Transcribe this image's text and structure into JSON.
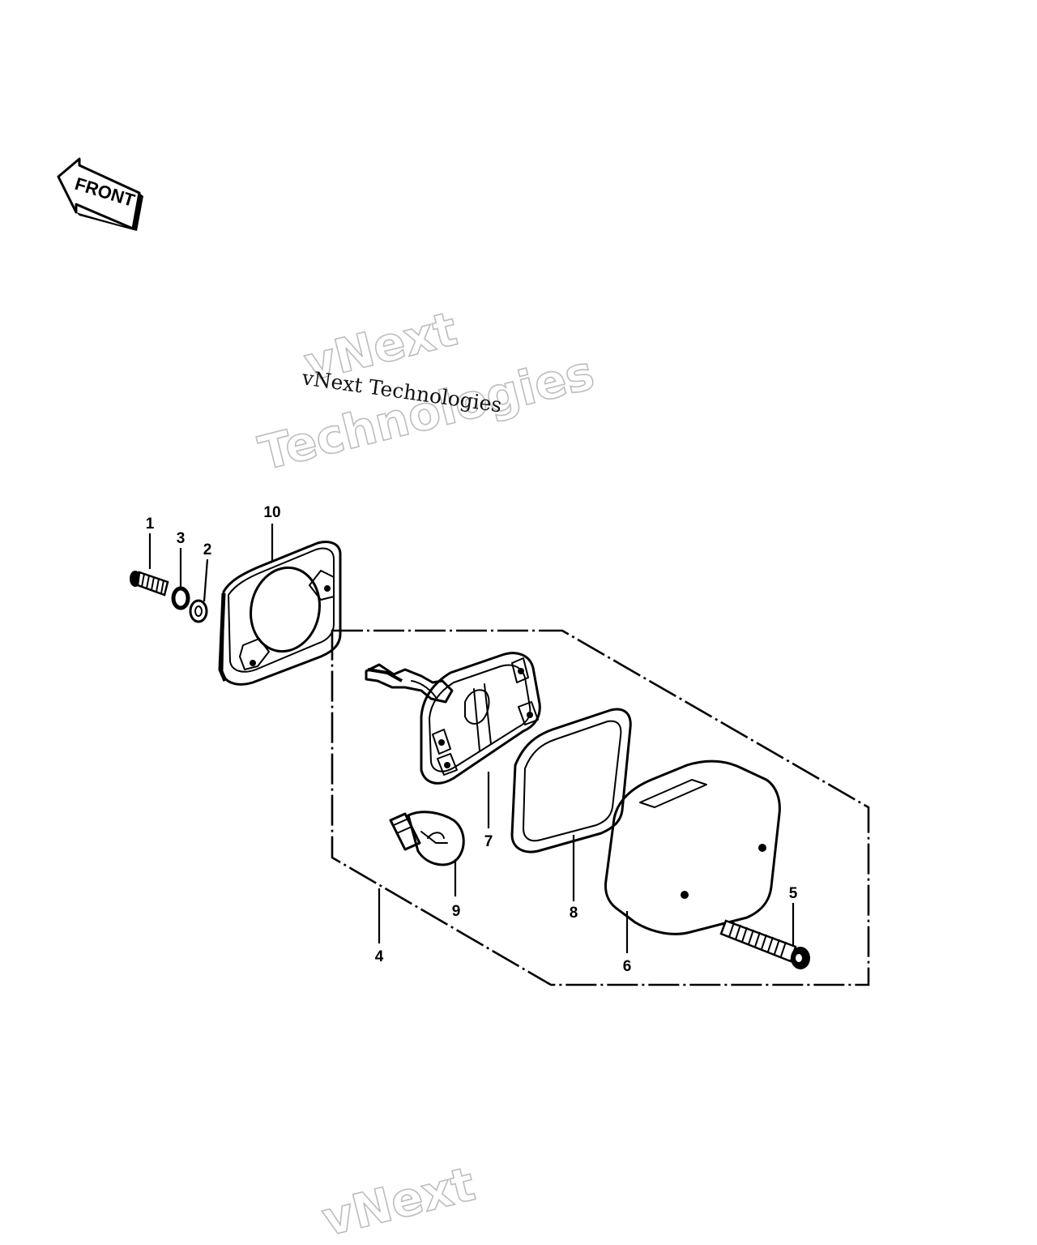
{
  "diagram": {
    "orientation_label": "FRONT",
    "watermarks": {
      "outline_lines": [
        "vNext",
        "Technologies"
      ],
      "serif_text": "vNext Technologies",
      "bottom_text": "vNext"
    },
    "callouts": [
      {
        "id": "c1",
        "label": "1"
      },
      {
        "id": "c3",
        "label": "3"
      },
      {
        "id": "c2",
        "label": "2"
      },
      {
        "id": "c10",
        "label": "10"
      },
      {
        "id": "c7",
        "label": "7"
      },
      {
        "id": "c9",
        "label": "9"
      },
      {
        "id": "c8",
        "label": "8"
      },
      {
        "id": "c4",
        "label": "4"
      },
      {
        "id": "c6",
        "label": "6"
      },
      {
        "id": "c5",
        "label": "5"
      }
    ]
  }
}
